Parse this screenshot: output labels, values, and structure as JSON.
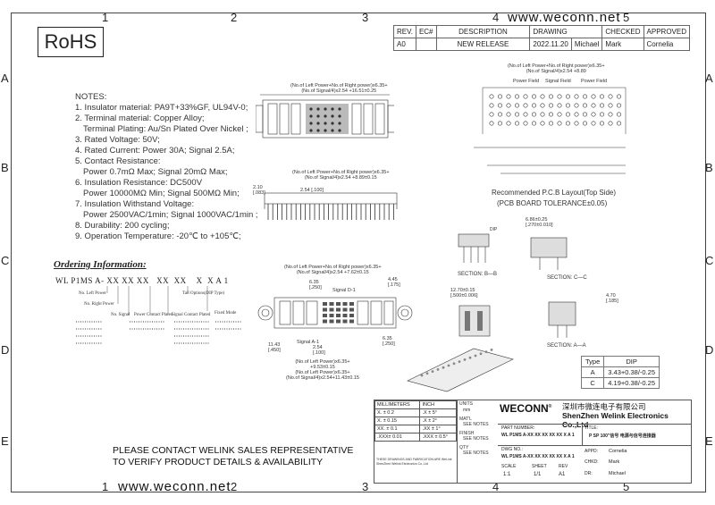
{
  "zones": {
    "top": [
      "1",
      "2",
      "3",
      "4",
      "5"
    ],
    "side": [
      "A",
      "B",
      "C",
      "D",
      "E"
    ]
  },
  "website": "www.weconn.net",
  "rohs": "RoHS",
  "revision": {
    "headers": [
      "REV.",
      "EC#",
      "DESCRIPTION",
      "DRAWING",
      "CHECKED",
      "APPROVED"
    ],
    "rows": [
      [
        "A0",
        "",
        "NEW RELEASE",
        "2022.11.20",
        "Michael",
        "Mark",
        "Cornelia"
      ]
    ]
  },
  "notes": {
    "title": "NOTES:",
    "items": [
      "1. Insulator material: PA9T+33%GF, UL94V-0;",
      "2. Terminal material: Copper Alloy;",
      "   Terminal Plating: Au/Sn Plated Over Nickel ;",
      "3. Rated Voltage: 50V;",
      "4. Rated Current: Power 30A; Signal 2.5A;",
      "5. Contact Resistance:",
      "   Power 0.7mΩ Max; Signal 20mΩ Max;",
      "6. Insulation Resistance: DC500V",
      "   Power 10000MΩ Min; Signal 500MΩ Min;",
      "7. Insulation Withstand Voltage:",
      "   Power 2500VAC/1min; Signal 1000VAC/1min ;",
      "8. Durability: 200 cycling;",
      "9. Operation Temperature: -20℃ to +105℃;"
    ]
  },
  "ordering": {
    "title": "Ordering Information:",
    "part": "WL P1MS A- XX XX XX   XX  XX    X  X A 1",
    "legend": [
      "No. Left Power",
      "No. Right Power",
      "No. Signal",
      "Power Contact Plated",
      "Signal Contact Plated",
      "Tail Options(DIP Type)",
      "Fixed Mode"
    ]
  },
  "dims": {
    "top1": "(No.of Left Power+No.of Right power)x6.35+",
    "top2": "(No.of Signal/4)x2.54 +16.51±0.25",
    "side1": "(No.of Left Power+No.of Right power)x6.35+",
    "side2": "(No.of Signal/4)x2.54 +8.89±0.15",
    "d210": "2.10",
    "d083": "[.083]",
    "d254": "2.54",
    "d100": "[.100]",
    "pcb1": "(No.of Left Power+No.of Right power)x6.35+",
    "pcb2": "(No.of Signal/4)x2.54 +8.89",
    "power": "Power Field",
    "signal": "Signal Field",
    "pcbcap1": "Recommended P.C.B Layout(Top Side)",
    "pcbcap2": "(PCB BOARD TOLERANCE±0.05)",
    "front1": "(No.of Left Power+No.of Right power)x6.35+",
    "front2": "(No.of Signal/4)x2.54 +7.62±0.15",
    "d635": "6.35",
    "d250": "[.250]",
    "d445": "4.45",
    "d175": "[.175]",
    "d1143": "11.43",
    "d450": "[.450]",
    "sigd1": "Signal D-1",
    "sigA1": "Signal A-1",
    "bot1": "(No.of Left Power)x6.35+",
    "bot2": "+9.53±0.15",
    "bot3": "(No.of Left Power)x6.35+",
    "bot4": "(No.of Signal/4)x2.54+11.43±0.15",
    "secB": "SECTION: B—B",
    "secC": "SECTION: C—C",
    "secA": "SECTION: A—A",
    "d686": "6.86±0.25",
    "d270": "[.270±0.010]",
    "d1270": "12.70±0.15",
    "d500": "[.500±0.006]",
    "d470": "4.70",
    "d185": "[.185]",
    "dip": "DIP"
  },
  "type_table": {
    "headers": [
      "Type",
      "DIP"
    ],
    "rows": [
      [
        "A",
        "3.43+0.38/-0.25"
      ],
      [
        "C",
        "4.19+0.38/-0.25"
      ]
    ]
  },
  "contact": [
    "PLEASE CONTACT WELINK SALES REPRESENTATIVE",
    "TO VERIFY PRODUCT DETAILS & AVAILABILITY"
  ],
  "title_block": {
    "units_hdr": [
      "MILLIMETERS",
      "INCH"
    ],
    "tol": [
      [
        "X. ± 0.2",
        ".X ± 5°"
      ],
      [
        "X. ± 0.15",
        ".X ± 2°"
      ],
      [
        "XX. ± 0.1",
        ".XX ± 1°"
      ],
      [
        ".XXX± 0.01",
        ".XXX ± 0.5°"
      ]
    ],
    "units": "UNITS",
    "units_val": "mm",
    "matl": "MAT'L",
    "see": "SEE NOTES",
    "finish": "FINISH",
    "qty": "QTY",
    "legal": "THESE DRAWINGS AND FABRICATION ARE WeLink ShenZhen Welink Electronics Co.,Ltd",
    "brand": "WECONN",
    "company_cn": "深圳市微连电子有限公司",
    "company_en": "ShenZhen Welink Electronics Co.,Ltd",
    "part_label": "PART NUMBER:",
    "part_no": "WL P1MS A-XX XX XX XX XX X A 1",
    "title_label": "TITLE:",
    "title": "P SP 100\"信号 电源与信号连接器",
    "dwg_label": "DWG NO.:",
    "dwg_no": "WL P1MS A-XX XX XX XX XX X A 1",
    "appd_label": "APPD:",
    "appd": "Cornelia",
    "chkd_label": "CHKD:",
    "chkd": "Mark",
    "dr_label": "DR:",
    "dr": "Michael",
    "scale_hdr": [
      "SCALE",
      "SHEET",
      "REV"
    ],
    "scale_vals": [
      "1:1",
      "1/1",
      "A1"
    ]
  }
}
